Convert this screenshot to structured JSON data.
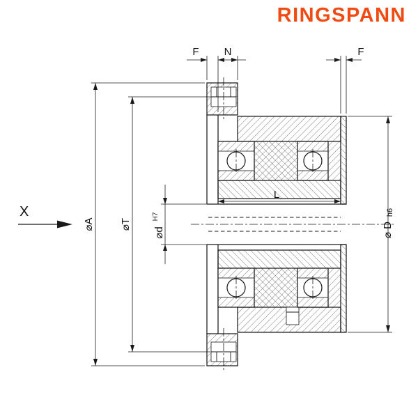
{
  "logo": {
    "text": "RINGSPANN",
    "color": "#f04b12"
  },
  "drawing": {
    "labels": {
      "f_left": "F",
      "n": "N",
      "f_right": "F",
      "dia_a": "⌀A",
      "dia_t": "⌀T",
      "dia_d": "⌀d",
      "dia_d_tol": "H7",
      "length_l": "L",
      "dia_big_d": "⌀ D",
      "dia_big_d_tol": "h6",
      "view_arrow": "X"
    },
    "line_color": "#1a1a1a"
  }
}
